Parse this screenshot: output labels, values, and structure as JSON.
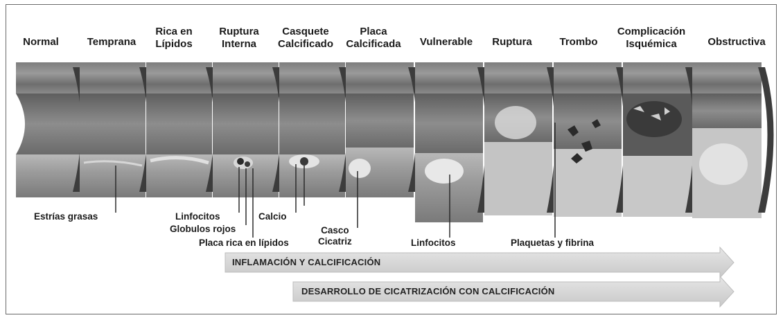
{
  "stages": [
    "Normal",
    "Temprana",
    "Rica en\nLípidos",
    "Ruptura\nInterna",
    "Casquete\nCalcificado",
    "Placa\nCalcificada",
    "Vulnerable",
    "Ruptura",
    "Trombo",
    "Complicación\nIsquémica",
    "Obstructiva"
  ],
  "annotations": {
    "estrias": "Estrías grasas",
    "linfocitos1": "Linfocitos",
    "globulos": "Globulos rojos",
    "calcio": "Calcio",
    "placa_rica": "Placa rica en lípidos",
    "casco": "Casco\nCicatriz",
    "linfocitos2": "Linfocitos",
    "plaquetas": "Plaquetas y fibrina"
  },
  "arrows": {
    "inflamacion": "INFLAMACIÓN Y CALCIFICACIÓN",
    "desarrollo": "DESARROLLO DE CICATRIZACIÓN CON CALCIFICACIÓN"
  },
  "colors": {
    "arrow_fill": "#d9d9d9",
    "arrow_edge": "#bdbdbd",
    "tissue_dark": "#4a4a4a",
    "tissue_mid": "#8a8a8a",
    "tissue_light": "#b5b5b5"
  }
}
